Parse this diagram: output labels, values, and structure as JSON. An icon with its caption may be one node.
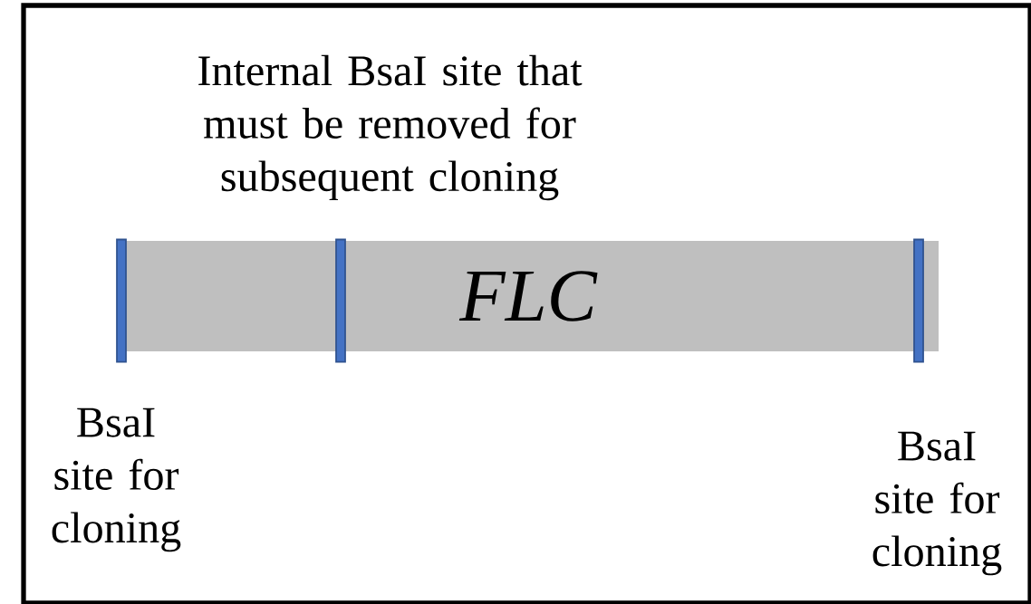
{
  "diagram": {
    "nodes": [
      {
        "text": [
          "FLC"
        ]
      },
      {
        "text": [],
        "shape": "bar",
        "beside": [
          "BsaI site for cloning"
        ]
      },
      {
        "text": [],
        "shape": "bar",
        "beside": [
          "Internal BsaI site that must be removed for subsequent cloning"
        ]
      },
      {
        "text": [],
        "shape": "bar",
        "beside": [
          "BsaI site for cloning"
        ]
      }
    ]
  }
}
